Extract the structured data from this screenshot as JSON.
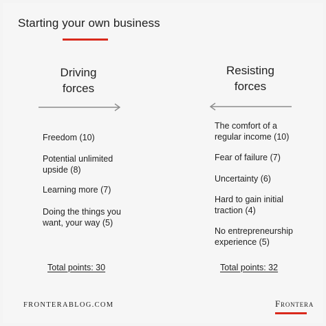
{
  "header": {
    "title": "Starting your own business",
    "accent_color": "#d9291c"
  },
  "driving": {
    "heading_line1": "Driving",
    "heading_line2": "forces",
    "arrow_icon": "arrow-right-icon",
    "items": [
      {
        "label": "Freedom (10)",
        "points": 10
      },
      {
        "label": "Potential unlimited upside (8)",
        "points": 8
      },
      {
        "label": "Learning more (7)",
        "points": 7
      },
      {
        "label": "Doing the things you want, your way (5)",
        "points": 5
      }
    ],
    "total": "Total points: 30"
  },
  "resisting": {
    "heading_line1": "Resisting",
    "heading_line2": "forces",
    "arrow_icon": "arrow-left-icon",
    "items": [
      {
        "label": "The comfort of a regular income (10)",
        "points": 10
      },
      {
        "label": "Fear of failure (7)",
        "points": 7
      },
      {
        "label": "Uncertainty (6)",
        "points": 6
      },
      {
        "label": "Hard to gain initial traction (4)",
        "points": 4
      },
      {
        "label": "No entrepreneurship experience (5)",
        "points": 5
      }
    ],
    "total": "Total points: 32"
  },
  "footer": {
    "url": "FRONTERABLOG.COM",
    "brand": "Frontera"
  }
}
